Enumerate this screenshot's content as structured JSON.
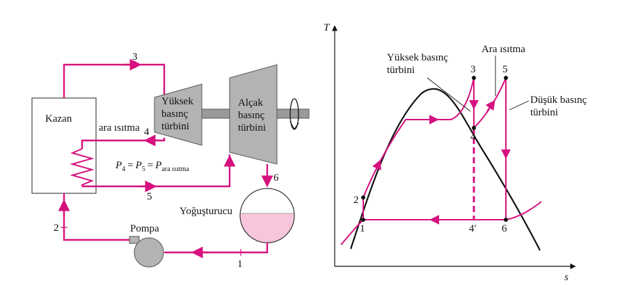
{
  "colors": {
    "flow": "#d6117f",
    "equipment": "#b3b3b3",
    "equipment_stroke": "#555555",
    "condensate": "#f7c6dc",
    "curve": "#111111"
  },
  "schematic": {
    "boiler_label": "Kazan",
    "reheat_label": "ara ısıtma",
    "hp_turbine_label": [
      "Yüksek",
      "basınç",
      "türbini"
    ],
    "lp_turbine_label": [
      "Alçak",
      "basınç",
      "türbini"
    ],
    "condenser_label": "Yoğuşturucu",
    "pump_label": "Pompa",
    "state_labels": [
      "1",
      "2",
      "3",
      "4",
      "5",
      "6"
    ],
    "pressure_eq": {
      "P": "P",
      "s4": "4",
      "s5": "5",
      "sub": "ara ısıtma",
      "eq": "="
    }
  },
  "ts_diagram": {
    "axis_y": "T",
    "axis_x": "s",
    "hp_turbine_label": [
      "Yüksek basınç",
      "türbini"
    ],
    "reheat_label": "Ara ısıtma",
    "lp_turbine_label": [
      "Düşük basınç",
      "türbini"
    ],
    "points": [
      "1",
      "2",
      "3",
      "4",
      "5",
      "6",
      "4"
    ],
    "prime": "′"
  }
}
